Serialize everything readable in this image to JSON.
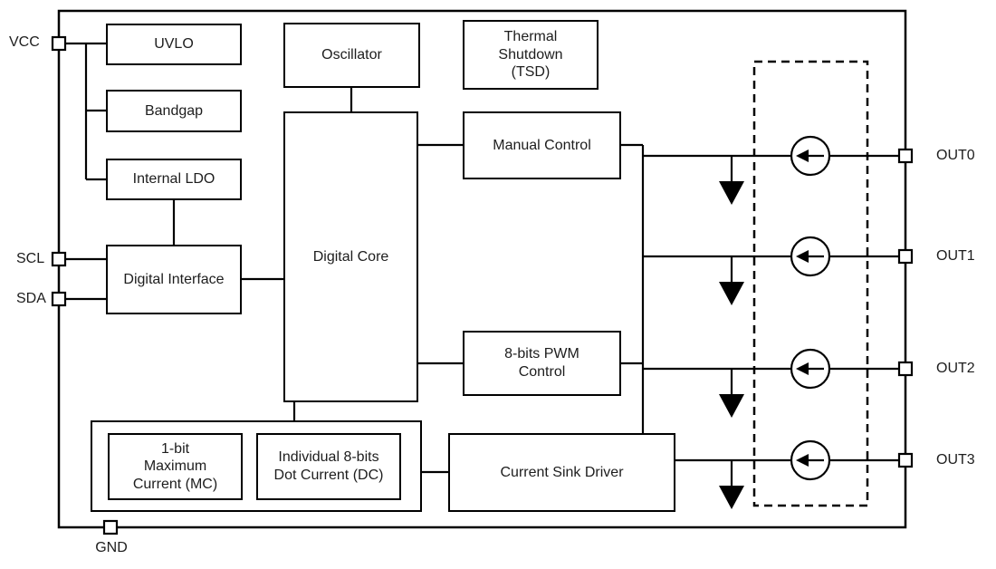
{
  "blocks": {
    "uvlo": {
      "label": "UVLO"
    },
    "bandgap": {
      "label": "Bandgap"
    },
    "internal_ldo": {
      "label": "Internal LDO"
    },
    "digital_interface": {
      "label": "Digital Interface"
    },
    "oscillator": {
      "label": "Oscillator"
    },
    "thermal_shutdown": {
      "line1": "Thermal",
      "line2": "Shutdown",
      "line3": "(TSD)"
    },
    "digital_core": {
      "label": "Digital Core"
    },
    "manual_control": {
      "label": "Manual Control"
    },
    "pwm_control": {
      "line1": "8-bits PWM",
      "line2": "Control"
    },
    "max_current": {
      "line1": "1-bit",
      "line2": "Maximum",
      "line3": "Current (MC)"
    },
    "dot_current": {
      "line1": "Individual 8-bits",
      "line2": "Dot Current (DC)"
    },
    "current_sink_driver": {
      "label": "Current Sink Driver"
    }
  },
  "pins": {
    "vcc": {
      "label": "VCC"
    },
    "scl": {
      "label": "SCL"
    },
    "sda": {
      "label": "SDA"
    },
    "gnd": {
      "label": "GND"
    },
    "out0": {
      "label": "OUT0"
    },
    "out1": {
      "label": "OUT1"
    },
    "out2": {
      "label": "OUT2"
    },
    "out3": {
      "label": "OUT3"
    }
  },
  "colors": {
    "line": "#000000",
    "background": "#ffffff",
    "text": "#1d1d1d"
  }
}
